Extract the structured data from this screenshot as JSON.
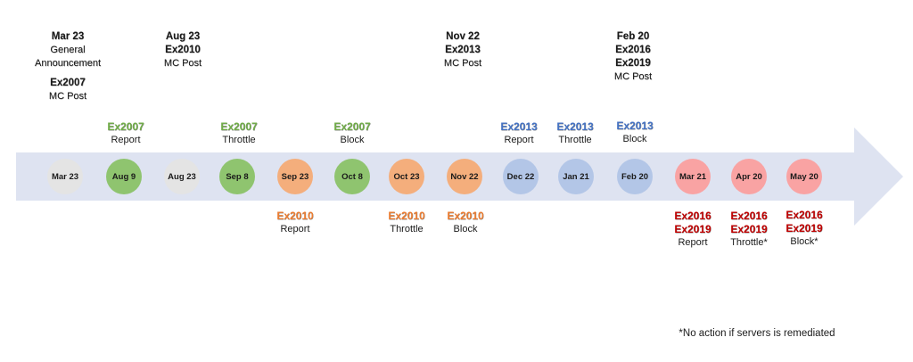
{
  "colors": {
    "arrow": "#dee3f1",
    "gray": "#e4e4e4",
    "green": "#8fc46f",
    "orange": "#f4ae7c",
    "blue": "#b3c6e7",
    "red": "#f9a3a3",
    "green_text": "#70ad47",
    "orange_text": "#ed7d31",
    "blue_text": "#4472c4",
    "red_text": "#c00000"
  },
  "milestones": [
    {
      "date": "Mar 23",
      "color": "gray"
    },
    {
      "date": "Aug 9",
      "color": "green"
    },
    {
      "date": "Aug 23",
      "color": "gray"
    },
    {
      "date": "Sep 8",
      "color": "green"
    },
    {
      "date": "Sep 23",
      "color": "orange"
    },
    {
      "date": "Oct 8",
      "color": "green"
    },
    {
      "date": "Oct 23",
      "color": "orange"
    },
    {
      "date": "Nov 22",
      "color": "orange"
    },
    {
      "date": "Dec 22",
      "color": "blue"
    },
    {
      "date": "Jan 21",
      "color": "blue"
    },
    {
      "date": "Feb 20",
      "color": "blue"
    },
    {
      "date": "Mar 21",
      "color": "red"
    },
    {
      "date": "Apr 20",
      "color": "red"
    },
    {
      "date": "May 20",
      "color": "red"
    }
  ],
  "announcements": {
    "mar23": {
      "date": "Mar 23",
      "line1": "General",
      "line2": "Announcement",
      "version": "Ex2007",
      "post": "MC Post"
    },
    "aug23": {
      "date": "Aug 23",
      "version": "Ex2010",
      "post": "MC Post"
    },
    "nov22": {
      "date": "Nov 22",
      "version": "Ex2013",
      "post": "MC Post"
    },
    "feb20": {
      "date": "Feb 20",
      "version1": "Ex2016",
      "version2": "Ex2019",
      "post": "MC Post"
    }
  },
  "above_labels": {
    "aug9": {
      "version": "Ex2007",
      "action": "Report"
    },
    "sep8": {
      "version": "Ex2007",
      "action": "Throttle"
    },
    "oct8": {
      "version": "Ex2007",
      "action": "Block"
    },
    "dec22": {
      "version": "Ex2013",
      "action": "Report"
    },
    "jan21": {
      "version": "Ex2013",
      "action": "Throttle"
    },
    "feb20": {
      "version": "Ex2013",
      "action": "Block"
    }
  },
  "below_labels": {
    "sep23": {
      "version": "Ex2010",
      "action": "Report"
    },
    "oct23": {
      "version": "Ex2010",
      "action": "Throttle"
    },
    "nov22": {
      "version": "Ex2010",
      "action": "Block"
    },
    "mar21": {
      "version1": "Ex2016",
      "version2": "Ex2019",
      "action": "Report"
    },
    "apr20": {
      "version1": "Ex2016",
      "version2": "Ex2019",
      "action": "Throttle*"
    },
    "may20": {
      "version1": "Ex2016",
      "version2": "Ex2019",
      "action": "Block*"
    }
  },
  "footnote": "*No action if servers is remediated"
}
